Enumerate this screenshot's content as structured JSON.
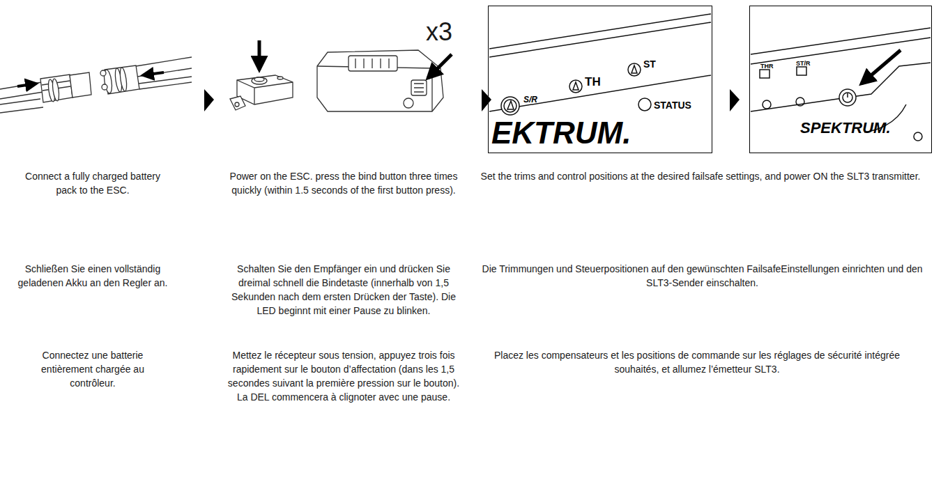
{
  "diagram": {
    "nodes": [
      {
        "text": [
          "S/R",
          "TH",
          "ST",
          "STATUS",
          "EKTRUM."
        ]
      },
      {
        "text": [
          "THR",
          "ST/R",
          "SPEKTRUM."
        ]
      }
    ],
    "labels": [
      "x3",
      "Connect a fully charged battery pack to the ESC.",
      "Power on the ESC. press the bind button three times quickly (within 1.5 seconds of the first button press).",
      "Set the trims and control positions at the desired failsafe settings, and power ON the SLT3 transmitter.",
      "Schließen Sie einen vollständig geladenen Akku an den Regler an.",
      "Schalten Sie den Empfänger ein und drücken Sie dreimal schnell die Bindetaste (innerhalb von 1,5 Sekunden nach dem ersten Drücken der Taste). Die LED beginnt mit einer Pause zu blinken.",
      "Die Trimmungen und Steuerpositionen auf den gewünschten FailsafeEinstellungen einrichten und den SLT3-Sender einschalten.",
      "Connectez une batterie entièrement chargée au contrôleur.",
      "Mettez le récepteur sous tension, appuyez trois fois rapidement sur le bouton d’affectation (dans les 1,5 secondes suivant la première pression sur le bouton). La DEL commencera à clignoter avec une pause.",
      "Placez les compensateurs et les positions de commande sur les réglages de sécurité intégrée souhaités, et allumez l’émetteur SLT3."
    ]
  }
}
